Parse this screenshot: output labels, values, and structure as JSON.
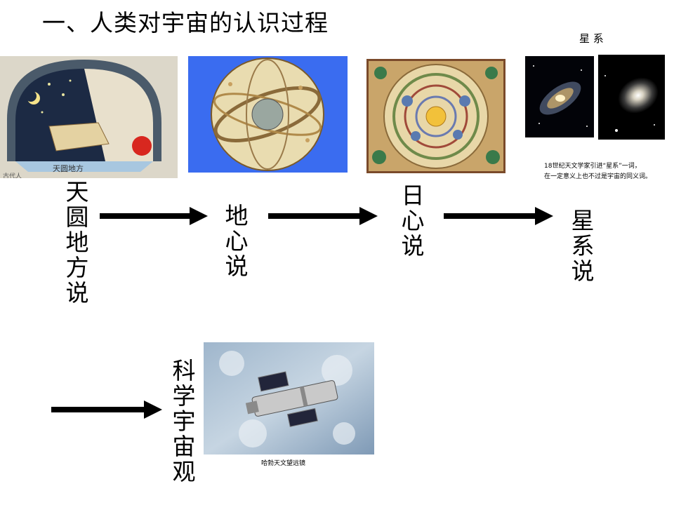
{
  "title": "一、人类对宇宙的认识过程",
  "stages": [
    {
      "label": "天圆地方说"
    },
    {
      "label": "地心说"
    },
    {
      "label": "日心说"
    },
    {
      "label": "星系说"
    },
    {
      "label": "科学宇宙观"
    }
  ],
  "images": {
    "tianyuan_caption": "天圆地方",
    "tianyuan_caption2": "古代人",
    "galaxy_heading": "星 系",
    "galaxy_note_line1": "18世纪天文学家引进“星系”一词，",
    "galaxy_note_line2": "在一定意义上也不过是宇宙的同义词。",
    "hubble_caption": "哈勃天文望远镜"
  },
  "colors": {
    "geocentric_bg": "#3a6cf0",
    "background": "#ffffff"
  }
}
